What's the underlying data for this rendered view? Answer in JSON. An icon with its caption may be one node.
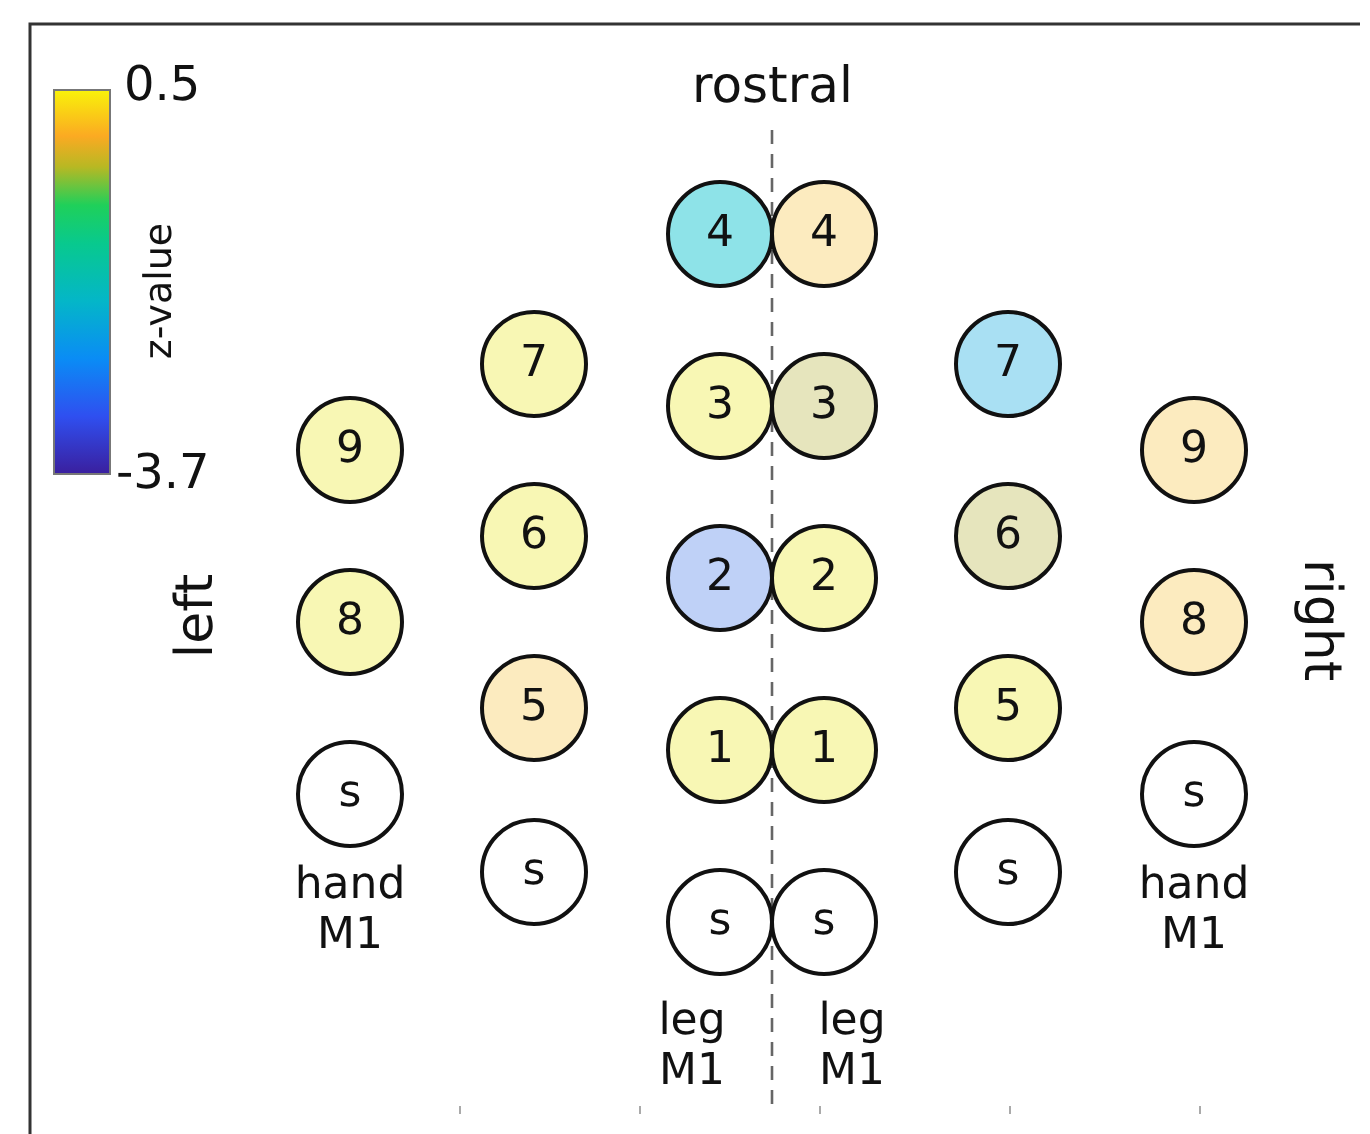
{
  "diagram": {
    "nodes": [
      {
        "text": [
          "4"
        ]
      },
      {
        "text": [
          "4"
        ]
      },
      {
        "text": [
          "7"
        ]
      },
      {
        "text": [
          "7"
        ]
      },
      {
        "text": [
          "3"
        ]
      },
      {
        "text": [
          "3"
        ]
      },
      {
        "text": [
          "9"
        ]
      },
      {
        "text": [
          "9"
        ]
      },
      {
        "text": [
          "6"
        ]
      },
      {
        "text": [
          "6"
        ]
      },
      {
        "text": [
          "2"
        ]
      },
      {
        "text": [
          "2"
        ]
      },
      {
        "text": [
          "8"
        ]
      },
      {
        "text": [
          "8"
        ]
      },
      {
        "text": [
          "5"
        ]
      },
      {
        "text": [
          "5"
        ]
      },
      {
        "text": [
          "1"
        ]
      },
      {
        "text": [
          "1"
        ]
      },
      {
        "text": [
          "s"
        ],
        "beside": [
          "hand M1"
        ]
      },
      {
        "text": [
          "s"
        ],
        "beside": [
          "hand M1"
        ]
      },
      {
        "text": [
          "s"
        ]
      },
      {
        "text": [
          "s"
        ]
      },
      {
        "text": [
          "s"
        ],
        "beside": [
          "leg M1"
        ]
      },
      {
        "text": [
          "s"
        ],
        "beside": [
          "leg M1"
        ]
      }
    ],
    "labels": [
      "0.5",
      "z-value",
      "-3.7",
      "rostral",
      "left",
      "right"
    ]
  }
}
